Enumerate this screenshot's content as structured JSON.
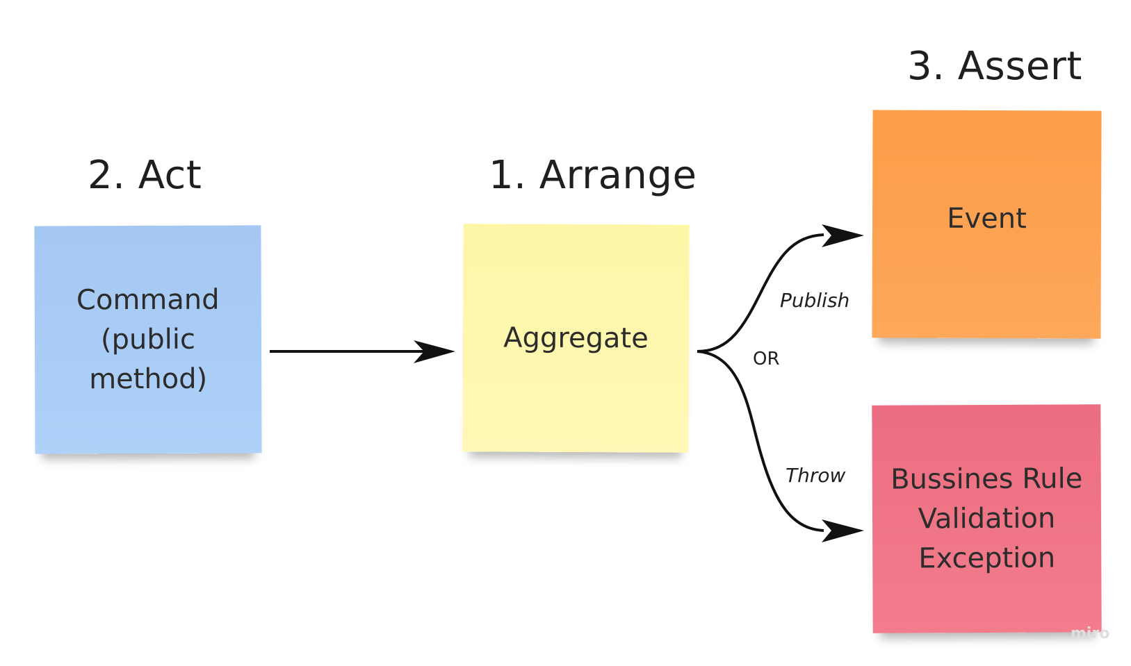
{
  "headings": {
    "act": "2. Act",
    "arrange": "1. Arrange",
    "assert": "3. Assert"
  },
  "notes": {
    "command": "Command\n(public\nmethod)",
    "aggregate": "Aggregate",
    "event": "Event",
    "exception": "Bussines Rule\nValidation\nException"
  },
  "edges": {
    "publish": "Publish",
    "or": "OR",
    "throw": "Throw"
  },
  "watermark": "miro",
  "colors": {
    "command": "#a4c8f3",
    "aggregate": "#fdf6a6",
    "event": "#fc9d48",
    "exception": "#ec6e80"
  }
}
